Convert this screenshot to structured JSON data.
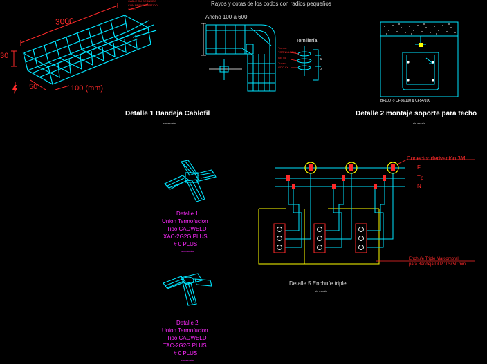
{
  "top_title": "Rayos y cotas de los codos con radios pequeños",
  "detail1": {
    "label": "Detalle 1 Bandeja Cablofil",
    "scale": "sin escala",
    "dim_length": "3000",
    "dim_height": "30",
    "dim_width_a": "50",
    "dim_width_b": "100 (mm)",
    "note_line1": "CABLE CU DESNUDO",
    "note_line2": "CON PERNO PARTIDO",
    "note_line3": "S.ING"
  },
  "elbow": {
    "width_label": "Ancho 100 a 600",
    "hardware_title": "Tornillería",
    "hw_items": [
      "Tuerca",
      "TORNILLERIA",
      "GE 45",
      "Tuerca",
      "GDC 6X"
    ],
    "side_a": "a",
    "side_b": "b"
  },
  "detail2": {
    "label": "Detalle 2 montaje soporte para techo",
    "scale": "sin escala",
    "models": "BF100 -> CF50/100 & CF54/100"
  },
  "cross_joint": {
    "line1": "Detalle 1",
    "line2": "Union Termofucion",
    "line3": "Tipo CADWELD",
    "line4": "XAC-2G2G PLUS",
    "line5": "# 0 PLUS",
    "scale": "sin escala"
  },
  "tee_joint": {
    "line1": "Detalle 2",
    "line2": "Union Termofucion",
    "line3": "Tipo CADWELD",
    "line4": "TAC-2G2G PLUS",
    "line5": "# 0 PLUS",
    "scale": "sin escala"
  },
  "detail5": {
    "label": "Detalle 5 Enchufe triple",
    "scale": "sin escala",
    "connector_label": "Conector derivación 3M",
    "line_f": "F",
    "line_tp": "Tp",
    "line_n": "N",
    "box_note_line1": "Enchufe Triple Marcomoral",
    "box_note_line2": "para Bandeja DLP 105x50 mm"
  }
}
